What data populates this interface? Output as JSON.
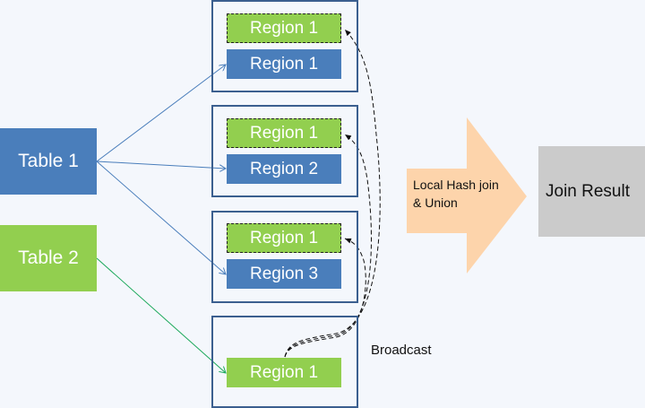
{
  "tables": [
    {
      "label": "Table 1",
      "color": "#4a7ebb"
    },
    {
      "label": "Table 2",
      "color": "#92cf4f"
    }
  ],
  "nodes": [
    {
      "broadcast_region": "Region 1",
      "local_region": "Region 1"
    },
    {
      "broadcast_region": "Region 1",
      "local_region": "Region 2"
    },
    {
      "broadcast_region": "Region 1",
      "local_region": "Region 3"
    },
    {
      "source_region": "Region 1"
    }
  ],
  "broadcast_label": "Broadcast",
  "process": {
    "line1": "Local Hash join",
    "line2": "& Union",
    "color": "#fdd4ab"
  },
  "result": {
    "label": "Join Result",
    "color": "#cbcbcb"
  }
}
